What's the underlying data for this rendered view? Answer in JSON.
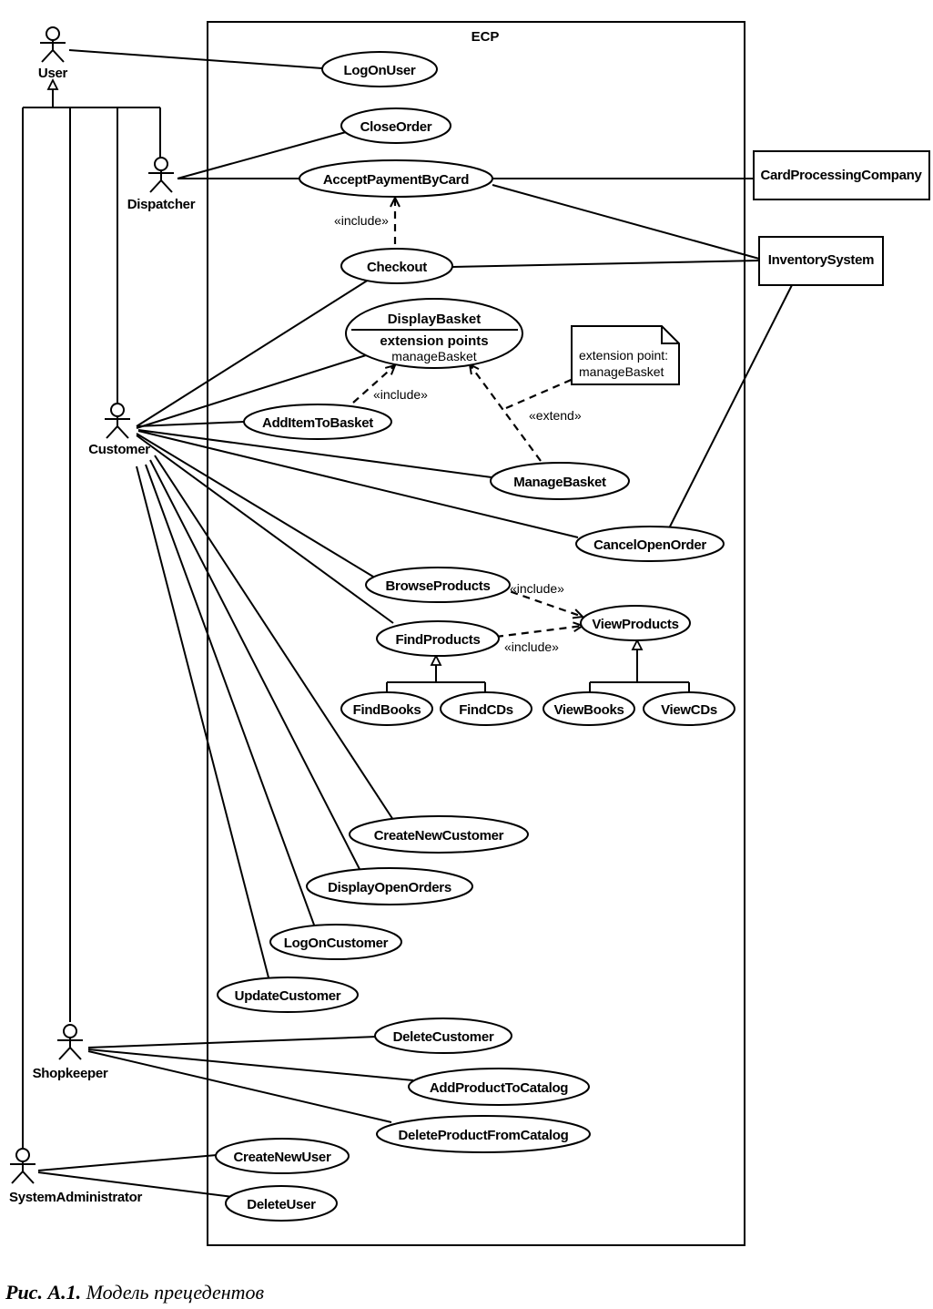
{
  "system": {
    "title": "ECP"
  },
  "actors": {
    "user": "User",
    "dispatcher": "Dispatcher",
    "customer": "Customer",
    "shopkeeper": "Shopkeeper",
    "sysadmin": "SystemAdministrator"
  },
  "external_systems": {
    "card": "CardProcessingCompany",
    "inventory": "InventorySystem"
  },
  "use_cases": {
    "logonuser": "LogOnUser",
    "closeorder": "CloseOrder",
    "acceptpayment": "AcceptPaymentByCard",
    "checkout": "Checkout",
    "displaybasket": "DisplayBasket",
    "additem": "AddItemToBasket",
    "managebasket": "ManageBasket",
    "cancelorder": "CancelOpenOrder",
    "browse": "BrowseProducts",
    "find": "FindProducts",
    "viewproducts": "ViewProducts",
    "findbooks": "FindBooks",
    "findcds": "FindCDs",
    "viewbooks": "ViewBooks",
    "viewcds": "ViewCDs",
    "createcustomer": "CreateNewCustomer",
    "displayorders": "DisplayOpenOrders",
    "logoncustomer": "LogOnCustomer",
    "updatecustomer": "UpdateCustomer",
    "deletecustomer": "DeleteCustomer",
    "addproduct": "AddProductToCatalog",
    "deleteproduct": "DeleteProductFromCatalog",
    "createuser": "CreateNewUser",
    "deleteuser": "DeleteUser"
  },
  "display_basket": {
    "ext_title": "extension points",
    "ext_point": "manageBasket"
  },
  "note": {
    "line1": "extension point:",
    "line2": "manageBasket"
  },
  "stereotypes": {
    "include": "«include»",
    "extend": "«extend»"
  },
  "caption": {
    "prefix": "Рис. А.1.",
    "text": "Модель прецедентов"
  }
}
